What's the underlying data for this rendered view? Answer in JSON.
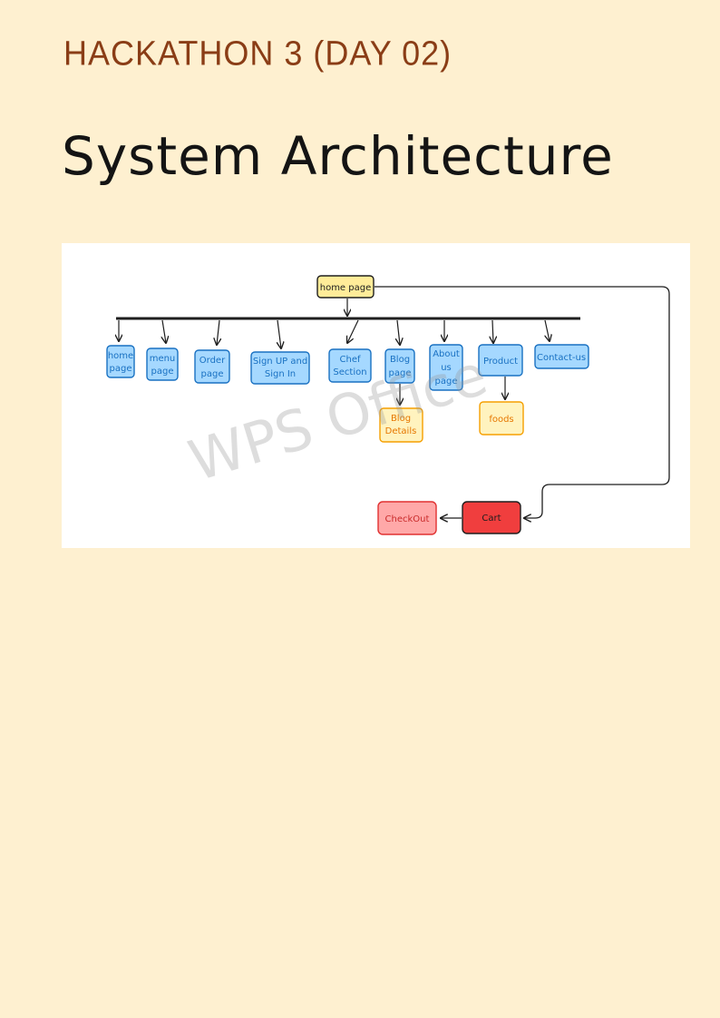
{
  "header": {
    "label": "HACKATHON 3 (DAY 02)"
  },
  "page_title": "System Architecture",
  "diagram": {
    "root": "home page",
    "pages": [
      {
        "key": "home",
        "lines": [
          "home",
          "page"
        ]
      },
      {
        "key": "menu",
        "lines": [
          "menu",
          "page"
        ]
      },
      {
        "key": "order",
        "lines": [
          "Order",
          "page"
        ]
      },
      {
        "key": "signup",
        "lines": [
          "Sign UP and",
          "Sign In"
        ]
      },
      {
        "key": "chef",
        "lines": [
          "Chef",
          "Section"
        ]
      },
      {
        "key": "blog",
        "lines": [
          "Blog",
          "page"
        ]
      },
      {
        "key": "about",
        "lines": [
          "About",
          "us",
          "page"
        ]
      },
      {
        "key": "product",
        "lines": [
          "Product"
        ]
      },
      {
        "key": "contact",
        "lines": [
          "Contact-us"
        ]
      }
    ],
    "blog_details": [
      "Blog",
      "Details"
    ],
    "foods": "foods",
    "cart": "Cart",
    "checkout": "CheckOut"
  },
  "watermark": "WPS Office",
  "colors": {
    "page_bg": "#fef0d0",
    "header": "#8a3d16",
    "node_blue_fill": "#a5d8ff",
    "node_blue_stroke": "#1971c2",
    "node_yellow_fill": "#ffec99",
    "node_orange_fill": "#fff3bf",
    "node_orange_stroke": "#f59f00",
    "cart_fill": "#f03e3e",
    "checkout_fill": "#ffa8a8",
    "checkout_stroke": "#e03131"
  }
}
